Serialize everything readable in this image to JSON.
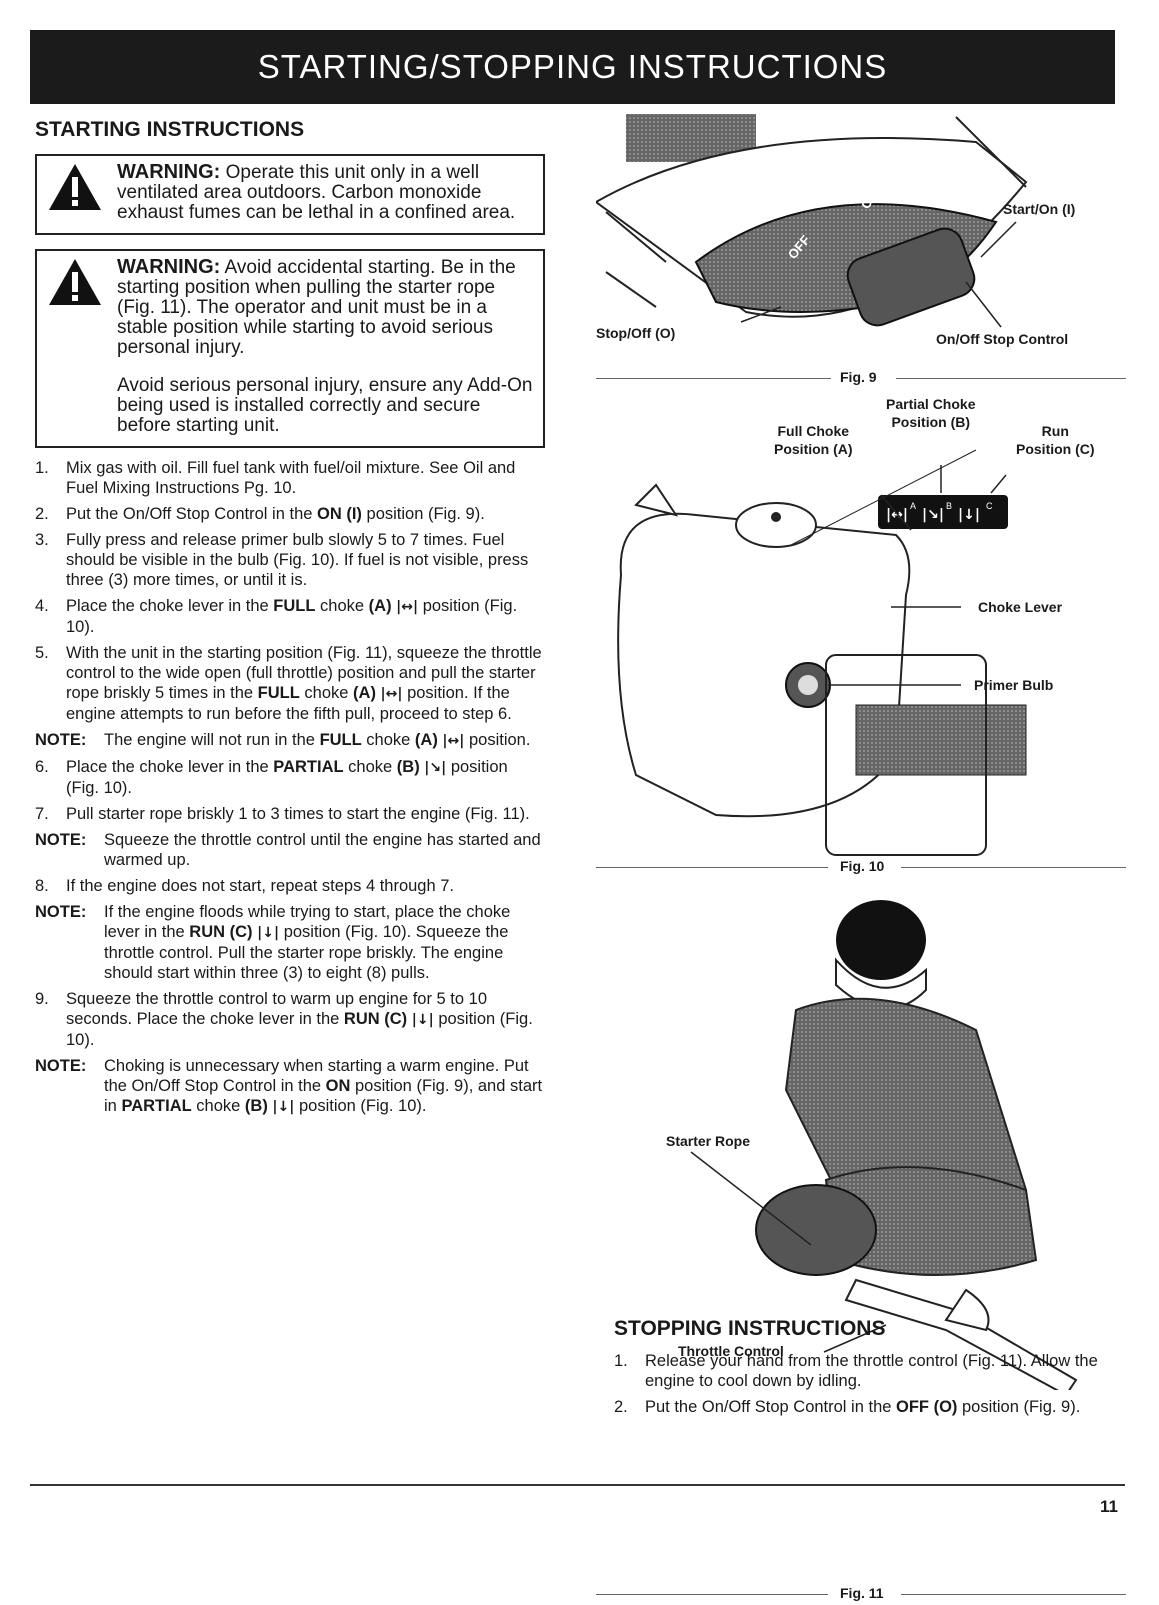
{
  "header": {
    "title": "STARTING/STOPPING INSTRUCTIONS"
  },
  "starting": {
    "heading": "STARTING INSTRUCTIONS",
    "warning1": {
      "label": "WARNING:",
      "text": " Operate this unit only in a well ventilated area outdoors. Carbon monoxide exhaust fumes can be lethal in a confined area."
    },
    "warning2": {
      "label": "WARNING:",
      "text": " Avoid accidental starting. Be in the starting position when pulling the starter rope (Fig. 11). The operator and unit must be in a stable position while starting to avoid serious personal injury.",
      "text2": "Avoid serious personal injury, ensure any Add-On being used is installed correctly and secure before starting unit."
    },
    "items": [
      {
        "type": "step",
        "num": "1.",
        "html": "Mix gas with oil. Fill fuel tank with fuel/oil mixture. See Oil and Fuel Mixing Instructions Pg. 10."
      },
      {
        "type": "step",
        "num": "2.",
        "html": "Put the On/Off Stop Control in the <b>ON (I)</b> position (Fig. 9)."
      },
      {
        "type": "step",
        "num": "3.",
        "html": "Fully press and release primer bulb slowly 5 to 7 times. Fuel should be visible in the bulb (Fig. 10). If fuel is not visible, press three (3) more times, or until it is."
      },
      {
        "type": "step",
        "num": "4.",
        "html": "Place the choke lever in the <b>FULL</b> choke <b>(A)</b> <span class='sym'>|↔|</span> position (Fig. 10)."
      },
      {
        "type": "step",
        "num": "5.",
        "html": "With the unit in the starting position (Fig. 11), squeeze the throttle control to the wide open (full throttle) position and pull the starter rope briskly 5 times in the <b>FULL</b> choke <b>(A)</b> <span class='sym'>|↔|</span> position. If the engine attempts to run before the fifth pull, proceed to step 6."
      },
      {
        "type": "note",
        "num": "NOTE:",
        "html": "The engine will not run in the <b>FULL</b> choke <b>(A)</b> <span class='sym'>|↔|</span> position."
      },
      {
        "type": "step",
        "num": "6.",
        "html": "Place the choke lever in the <b>PARTIAL</b> choke <b>(B)</b> <span class='sym'>|↘|</span> position (Fig. 10)."
      },
      {
        "type": "step",
        "num": "7.",
        "html": "Pull starter rope briskly 1 to 3 times to start the engine (Fig. 11)."
      },
      {
        "type": "note",
        "num": "NOTE:",
        "html": "Squeeze the throttle control until the engine has started and warmed up."
      },
      {
        "type": "step",
        "num": "8.",
        "html": "If the engine does not start, repeat steps 4 through 7."
      },
      {
        "type": "note",
        "num": "NOTE:",
        "html": "If the engine floods while trying to start, place the choke lever in the <b>RUN (C)</b> <span class='sym'>|↓|</span> position (Fig. 10). Squeeze the throttle control. Pull the starter rope briskly. The engine should start within three (3) to eight (8) pulls."
      },
      {
        "type": "step",
        "num": "9.",
        "html": "Squeeze the throttle control to warm up engine for 5 to 10 seconds. Place the choke lever in the <b>RUN (C)</b> <span class='sym'>|↓|</span> position (Fig. 10)."
      },
      {
        "type": "note",
        "num": "NOTE:",
        "html": "Choking is unnecessary when starting a warm engine. Put the On/Off Stop Control in the <b>ON</b> position (Fig. 9), and start in <b>PARTIAL</b> choke <b>(B)</b> <span class='sym'>|↓|</span> position (Fig. 10)."
      }
    ]
  },
  "fig9": {
    "caption": "Fig. 9",
    "start_on": "Start/On (I)",
    "stop_off": "Stop/Off (O)",
    "on_off_control": "On/Off Stop Control",
    "switch_off": "OFF",
    "switch_on": "ON"
  },
  "fig10": {
    "caption": "Fig. 10",
    "partial_choke": "Partial Choke",
    "partial_position": "Position (B)",
    "full_choke": "Full Choke",
    "full_position": "Position (A)",
    "run": "Run",
    "run_position": "Position (C)",
    "choke_lever": "Choke Lever",
    "primer_bulb": "Primer Bulb",
    "badge": {
      "a": "A",
      "b": "B",
      "c": "C"
    }
  },
  "fig11": {
    "caption": "Fig. 11",
    "starter_rope": "Starter Rope",
    "throttle_control": "Throttle Control"
  },
  "stopping": {
    "heading": "STOPPING INSTRUCTIONS",
    "items": [
      {
        "num": "1.",
        "html": "Release your hand from the throttle control (Fig. 11). Allow the engine to cool down by idling."
      },
      {
        "num": "2.",
        "html": "Put the On/Off Stop Control in the <b>OFF (O)</b> position (Fig. 9)."
      }
    ]
  },
  "footer": {
    "page": "11"
  }
}
